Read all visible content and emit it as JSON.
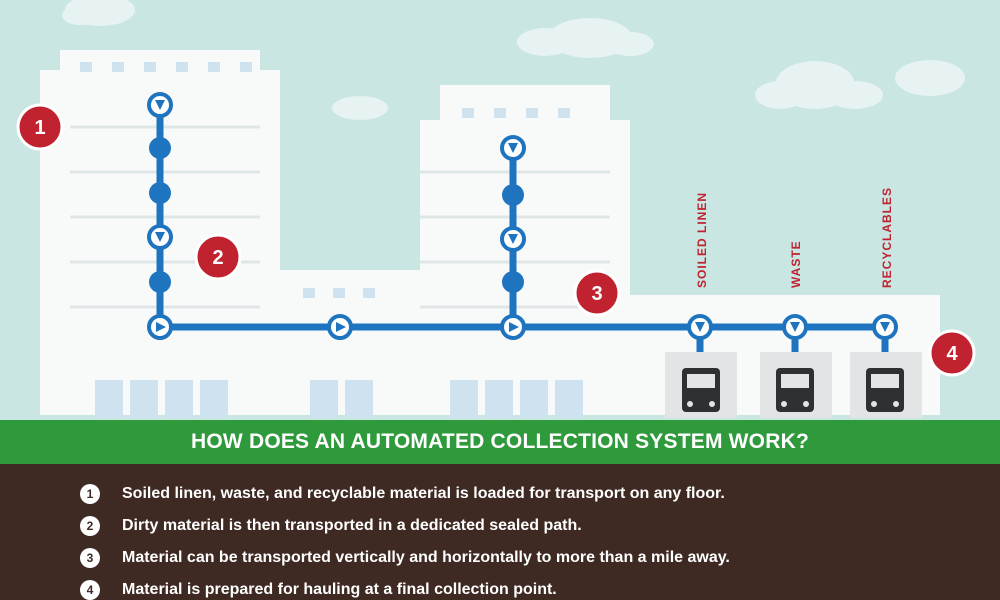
{
  "colors": {
    "sky": "#c9e6e3",
    "building": "#f8fafa",
    "pipe": "#1f74bf",
    "badge": "#c0222f",
    "banner": "#2e9a3c",
    "footer": "#3e2a22"
  },
  "diagram": {
    "callouts": [
      "1",
      "2",
      "3",
      "4"
    ],
    "destinations": [
      "SOILED LINEN",
      "WASTE",
      "RECYCLABLES"
    ]
  },
  "banner": {
    "title": "HOW DOES AN AUTOMATED COLLECTION SYSTEM WORK?"
  },
  "steps": [
    {
      "number": "1",
      "text": "Soiled linen, waste, and recyclable material is loaded for transport on any floor."
    },
    {
      "number": "2",
      "text": "Dirty material is then transported in a dedicated sealed path."
    },
    {
      "number": "3",
      "text": "Material can be transported vertically and horizontally to more than a mile away."
    },
    {
      "number": "4",
      "text": "Material is prepared for hauling at a final collection point."
    }
  ]
}
